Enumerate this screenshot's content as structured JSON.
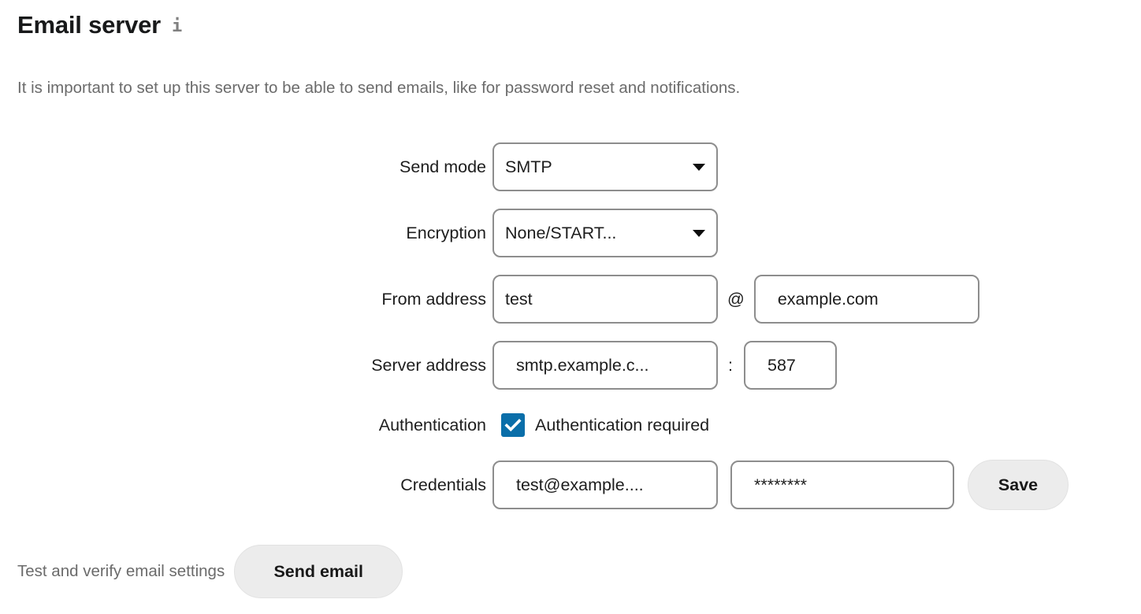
{
  "header": {
    "title": "Email server",
    "info_icon": "info-icon",
    "description": "It is important to set up this server to be able to send emails, like for password reset and notifications."
  },
  "form": {
    "send_mode": {
      "label": "Send mode",
      "value": "SMTP"
    },
    "encryption": {
      "label": "Encryption",
      "value": "None/START..."
    },
    "from_address": {
      "label": "From address",
      "local_value": "test",
      "local_placeholder": "",
      "separator": "@",
      "domain_value": "example.com",
      "domain_placeholder": ""
    },
    "server_address": {
      "label": "Server address",
      "host_value": "smtp.example.c...",
      "host_placeholder": "",
      "separator": ":",
      "port_value": "587",
      "port_placeholder": ""
    },
    "authentication": {
      "label": "Authentication",
      "checkbox_label": "Authentication required",
      "checked": true
    },
    "credentials": {
      "label": "Credentials",
      "username_value": "test@example....",
      "username_placeholder": "",
      "password_value": "********",
      "password_placeholder": "",
      "save_label": "Save"
    }
  },
  "footer": {
    "text": "Test and verify email settings",
    "send_email_label": "Send email"
  },
  "colors": {
    "checkbox_blue": "#0a6ea9",
    "button_gray": "#ececec",
    "field_border": "#8d8d8d",
    "muted_text": "#6b6b6b",
    "text": "#1d1d1d"
  }
}
